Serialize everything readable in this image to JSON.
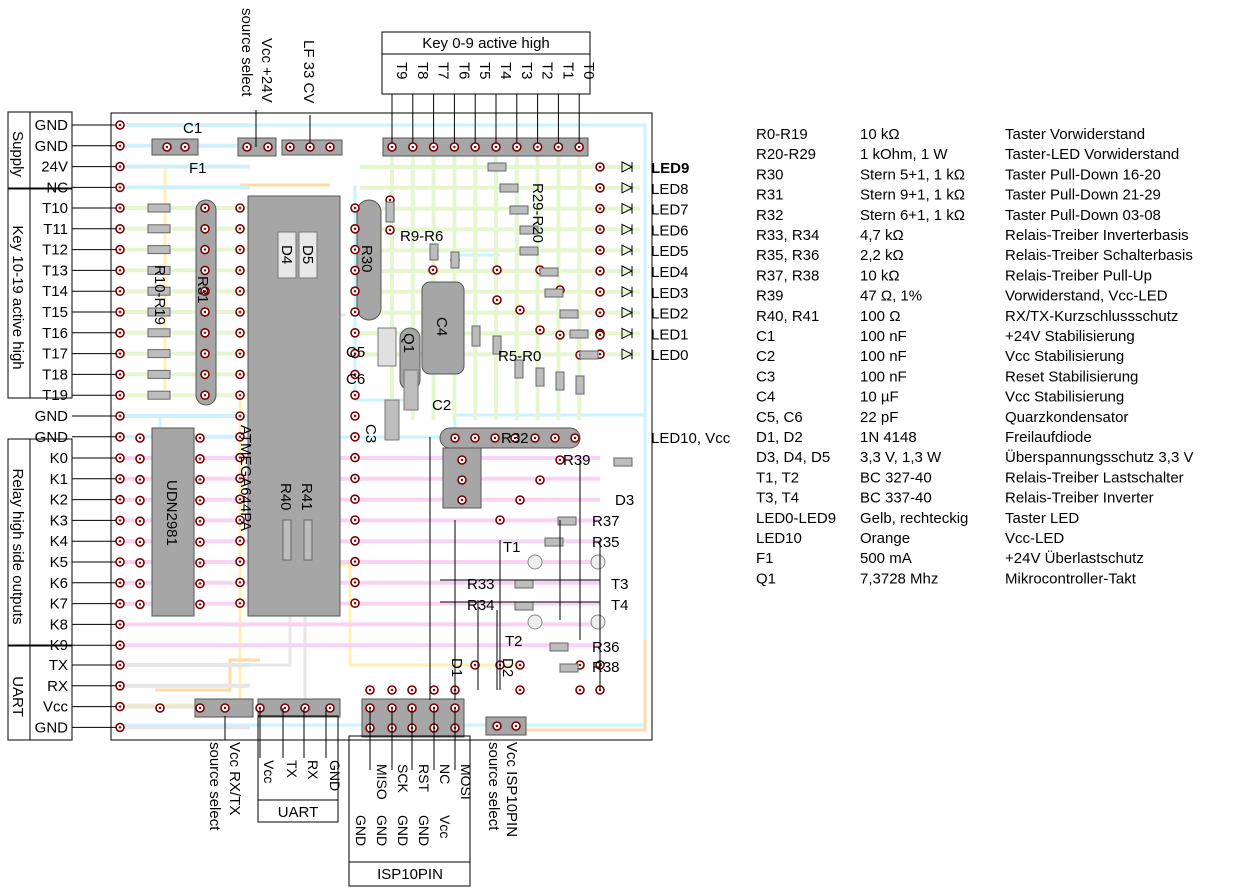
{
  "left_groups": [
    {
      "title": "Supply",
      "pins": [
        "GND",
        "GND",
        "24V",
        "NC"
      ]
    },
    {
      "title": "Key 10-19 active high",
      "pins": [
        "T10",
        "T11",
        "T12",
        "T13",
        "T14",
        "T15",
        "T16",
        "T17",
        "T18",
        "T19"
      ]
    },
    {
      "title": "",
      "pins": [
        "GND",
        "GND"
      ]
    },
    {
      "title": "Relay high side outputs",
      "pins": [
        "K0",
        "K1",
        "K2",
        "K3",
        "K4",
        "K5",
        "K6",
        "K7",
        "K8",
        "K9"
      ]
    },
    {
      "title": "UART",
      "pins": [
        "TX",
        "RX",
        "Vcc",
        "GND"
      ]
    }
  ],
  "top_header": {
    "title": "Key 0-9 active high",
    "pins": [
      "T9",
      "T8",
      "T7",
      "T6",
      "T5",
      "T4",
      "T3",
      "T2",
      "T1",
      "T0"
    ]
  },
  "top_labels": {
    "vcc24_a": "source select",
    "vcc24_b": "Vcc +24V",
    "lf33": "LF 33 CV"
  },
  "right_leds": [
    "LED9",
    "LED8",
    "LED7",
    "LED6",
    "LED5",
    "LED4",
    "LED3",
    "LED2",
    "LED1",
    "LED0"
  ],
  "led10_label": "LED10, Vcc",
  "board_labels": {
    "c1": "C1",
    "f1": "F1",
    "r10_r19": "R10-R19",
    "r31": "R31",
    "d4": "D4",
    "d5": "D5",
    "r30": "R30",
    "r9_r6": "R9-R6",
    "r29_r20": "R29-R20",
    "c4": "C4",
    "q1": "Q1",
    "c5c6_a": "C5",
    "c5c6_b": "C6",
    "c3": "C3",
    "c2": "C2",
    "r5_r0": "R5-R0",
    "r32": "R32",
    "r39": "R39",
    "d3": "D3",
    "udn": "UDN2981",
    "mcu": "ATMEGA644PA",
    "r40": "R40",
    "r41": "R41",
    "r37": "R37",
    "t1": "T1",
    "r35": "R35",
    "r33": "R33",
    "t3": "T3",
    "r34": "R34",
    "t4": "T4",
    "t2": "T2",
    "r36": "R36",
    "d1": "D1",
    "d2": "D2",
    "r38": "R38"
  },
  "bottom_labels": {
    "vcc_rxtx_a": "Vcc RX/TX",
    "vcc_rxtx_b": "source select",
    "uart_pins": [
      "Vcc",
      "TX",
      "RX",
      "GND"
    ],
    "uart_title": "UART",
    "isp_top": [
      "MISO",
      "SCK",
      "RST",
      "NC",
      "MOSI"
    ],
    "isp_bottom": [
      "GND",
      "GND",
      "GND",
      "GND",
      "Vcc"
    ],
    "isp_title": "ISP10PIN",
    "vcc_isp_a": "Vcc ISP10PIN",
    "vcc_isp_b": "source select"
  },
  "bom": [
    [
      "R0-R19",
      "10 kΩ",
      "Taster Vorwiderstand"
    ],
    [
      "R20-R29",
      "1 kOhm, 1 W",
      "Taster-LED Vorwiderstand"
    ],
    [
      "R30",
      "Stern 5+1, 1 kΩ",
      "Taster Pull-Down 16-20"
    ],
    [
      "R31",
      "Stern 9+1, 1 kΩ",
      "Taster Pull-Down 21-29"
    ],
    [
      "R32",
      "Stern 6+1, 1 kΩ",
      "Taster Pull-Down 03-08"
    ],
    [
      "R33, R34",
      "4,7 kΩ",
      "Relais-Treiber Inverterbasis"
    ],
    [
      "R35, R36",
      "2,2 kΩ",
      "Relais-Treiber Schalterbasis"
    ],
    [
      "R37, R38",
      "10 kΩ",
      "Relais-Treiber Pull-Up"
    ],
    [
      "R39",
      "47 Ω, 1%",
      "Vorwiderstand, Vcc-LED"
    ],
    [
      "R40, R41",
      "100 Ω",
      "RX/TX-Kurzschlussschutz"
    ],
    [
      "C1",
      "100 nF",
      "+24V Stabilisierung"
    ],
    [
      "C2",
      "100 nF",
      "Vcc Stabilisierung"
    ],
    [
      "C3",
      "100 nF",
      "Reset Stabilisierung"
    ],
    [
      "C4",
      "10 µF",
      "Vcc Stabilisierung"
    ],
    [
      "C5, C6",
      "22 pF",
      "Quarzkondensator"
    ],
    [
      "D1, D2",
      "1N 4148",
      "Freilaufdiode"
    ],
    [
      "D3, D4, D5",
      "3,3 V, 1,3 W",
      "Überspannungsschutz 3,3 V"
    ],
    [
      "T1, T2",
      "BC 327-40",
      "Relais-Treiber Lastschalter"
    ],
    [
      "T3, T4",
      "BC 337-40",
      "Relais-Treiber Inverter"
    ],
    [
      "LED0-LED9",
      "Gelb, rechteckig",
      "Taster LED"
    ],
    [
      "LED10",
      "Orange",
      "Vcc-LED"
    ],
    [
      "F1",
      "500 mA",
      "+24V Überlastschutz"
    ],
    [
      "Q1",
      "7,3728 Mhz",
      "Mikrocontroller-Takt"
    ]
  ]
}
